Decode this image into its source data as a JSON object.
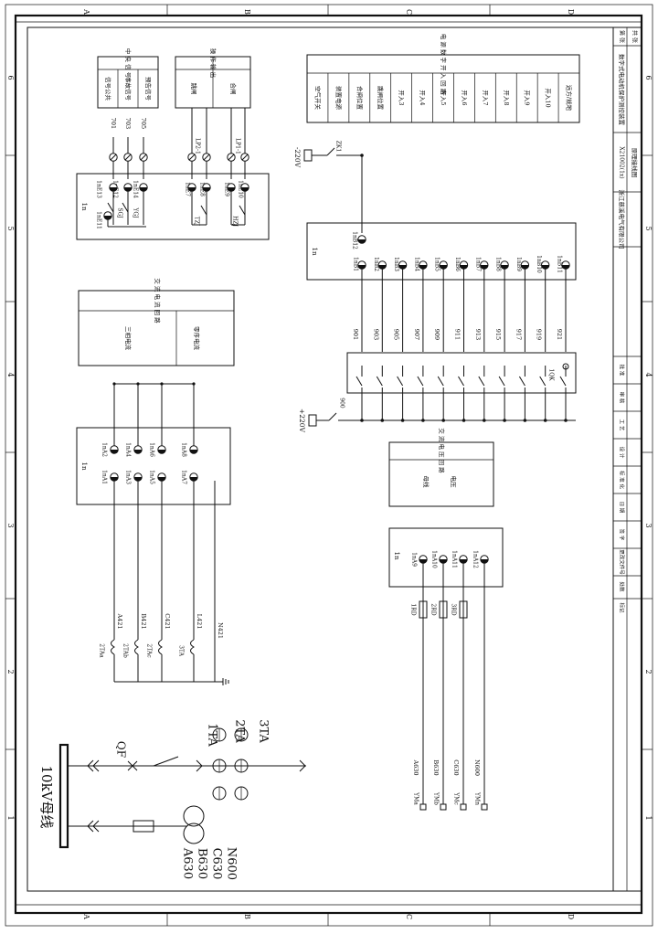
{
  "frame": {
    "cols": [
      "A",
      "B",
      "C",
      "D"
    ],
    "rows": [
      "1",
      "2",
      "3",
      "4",
      "5",
      "6"
    ]
  },
  "title_block": {
    "sheet_marks": [
      "第 张",
      "共 张"
    ],
    "project": "数字式电动机保护测控装置",
    "drawing_no": "X21002(1x)",
    "drawing_name": "原理接线图",
    "company": "浙江慈溪电气有限公司",
    "field_labels": [
      "批 准",
      "审 核",
      "工 艺",
      "设 计",
      "标 准 化",
      "日 期",
      "签 字",
      "更改文件号",
      "处数",
      "标记"
    ]
  },
  "signal_block": {
    "header": "中 央 信 号",
    "items": [
      "信号公共",
      "事故信号",
      "预告信号"
    ],
    "wires": [
      "701",
      "703",
      "705"
    ],
    "terminals_top": [
      "1nE13",
      "1nE12",
      "1nE14"
    ],
    "terminal_left": "1nE11",
    "contacts": [
      "SGJ",
      "YGJ"
    ],
    "module": "1n"
  },
  "control_block": {
    "header": "操 作 输 出",
    "items": [
      "跳闸",
      "合闸"
    ],
    "wires": [
      "LP2-1",
      "LP1-1"
    ],
    "terminals": [
      "1nE7",
      "1nE8",
      "1nE9",
      "1nE10"
    ],
    "contacts": [
      "TZJ",
      "HZJ"
    ]
  },
  "switch_block": {
    "header": "电 源 数 字 开 入 回 路",
    "items": [
      "空气开关",
      "装置电源",
      "合闸位置",
      "跳闸位置",
      "开入3",
      "开入4",
      "开入5",
      "开入6",
      "开入7",
      "开入8",
      "开入9",
      "开入10",
      "远方/就地"
    ]
  },
  "dc_input": {
    "top_supply": "-220V",
    "breaker": "ZK1",
    "bottom_supply": "+220V",
    "bottom_wire": "900",
    "module": "1n",
    "top_terminal": "1nB12",
    "terminals": [
      "1nB1",
      "1nB2",
      "1nB3",
      "1nB4",
      "1nB5",
      "1nB6",
      "1nB7",
      "1nB8",
      "1nB9",
      "1nB10",
      "1nB11"
    ],
    "wires": [
      "901",
      "903",
      "905",
      "907",
      "909",
      "911",
      "913",
      "915",
      "917",
      "919",
      "921"
    ],
    "local_contact": "1QK"
  },
  "ac_current": {
    "header": "交 流 电 流 回 路",
    "items": [
      "三相电流",
      "零序电流"
    ],
    "module": "1n",
    "terminals_top": [
      "1nA2",
      "1nA4",
      "1nA6",
      "1nA8"
    ],
    "terminals_bottom": [
      "1nA1",
      "1nA3",
      "1nA5",
      "1nA7"
    ],
    "wires": [
      "A421",
      "B421",
      "C421",
      "L421",
      "N421"
    ],
    "ct_labels": [
      "2TAa",
      "2TAb",
      "2TAc",
      "3TA"
    ]
  },
  "ac_voltage": {
    "header": "交 流 电 压 回 路",
    "items": [
      "母线",
      "电压"
    ],
    "module": "1n",
    "terminals": [
      "1nA9",
      "1nA10",
      "1nA11",
      "1nA12"
    ],
    "fuses": [
      "1RD",
      "2RD",
      "3RD"
    ],
    "wires": [
      "A630",
      "B630",
      "C630",
      "N600"
    ],
    "bus_terminals": [
      "YMa",
      "YMb",
      "YMc",
      "YMn"
    ]
  },
  "primary": {
    "bus": "10kV母线",
    "breaker": "QF",
    "cts": [
      "1TA",
      "2TA",
      "3TA"
    ],
    "pt_outputs": [
      "A630",
      "B630",
      "C630",
      "N600"
    ]
  }
}
